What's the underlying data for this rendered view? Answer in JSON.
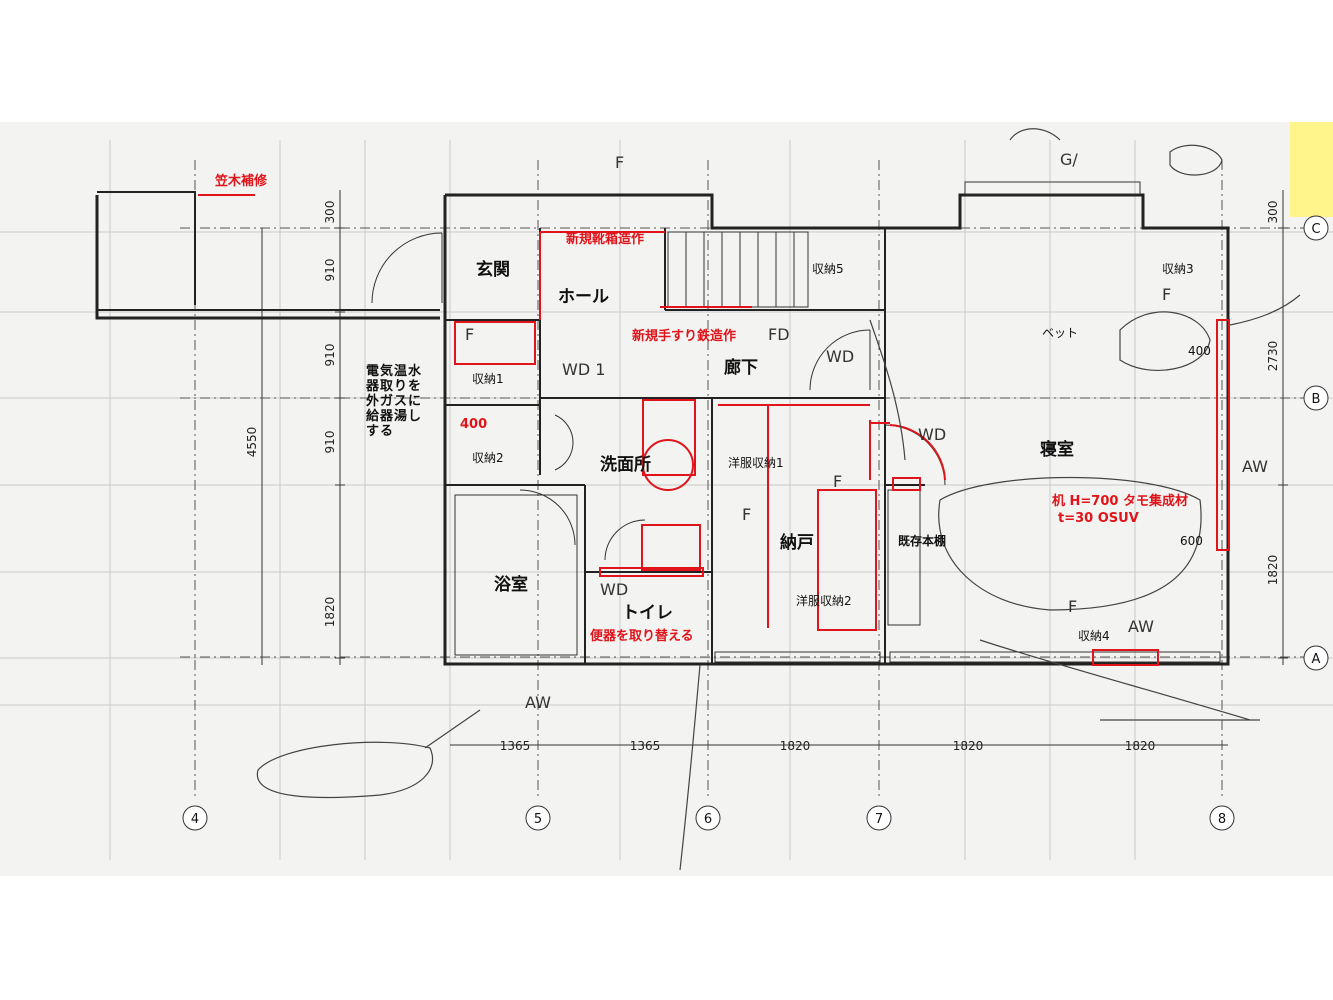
{
  "rooms": {
    "genkan": "玄関",
    "hall": "ホール",
    "rouka": "廊下",
    "senmenjo": "洗面所",
    "nando": "納戸",
    "yokushitsu": "浴室",
    "toilet": "トイレ",
    "shinshitsu": "寝室",
    "kizon_hondana": "既存本棚",
    "bed": "ベット"
  },
  "storage": {
    "shuno1": "収納1",
    "shuno2": "収納2",
    "shuno3": "収納3",
    "shuno4": "収納4",
    "shuno5": "収納5",
    "yofuku1": "洋服収納1",
    "yofuku2": "洋服収納2"
  },
  "notes": {
    "kasagi": "笠木補修",
    "kutsubako": "新規靴箱造作",
    "tesuri": "新規手すり鉄造作",
    "benki": "便器を取り替える",
    "desk_line1": "机  H=700  タモ集成材",
    "desk_line2": "t=30  OSUV",
    "val_400_red": "400",
    "water_heater": [
      "水",
      "温",
      "気",
      "電",
      "り",
      "取",
      "を",
      "器",
      "に",
      "ス",
      "ガ",
      "し",
      "外",
      "器",
      "湯",
      "給",
      "る",
      "す"
    ]
  },
  "dimensions": {
    "left_vertical": [
      "300",
      "910",
      "910",
      "910",
      "1820"
    ],
    "total_left": "4550",
    "right_vertical": [
      "300",
      "2730",
      "1820"
    ],
    "bottom": [
      "1365",
      "1365",
      "1820",
      "1820",
      "1820"
    ],
    "inner_400": "400",
    "inner_600": "600"
  },
  "grid_axes": {
    "columns": [
      "4",
      "5",
      "6",
      "7",
      "8"
    ],
    "rows": [
      "C",
      "B",
      "A"
    ]
  },
  "marks": {
    "F": "F",
    "FD": "FD",
    "WD": "WD",
    "AW": "AW",
    "G": "G/",
    "WD1": "WD 1"
  },
  "colors": {
    "red": "#e0141a",
    "sticky": "#fff58a",
    "paper": "#f3f3f1"
  }
}
